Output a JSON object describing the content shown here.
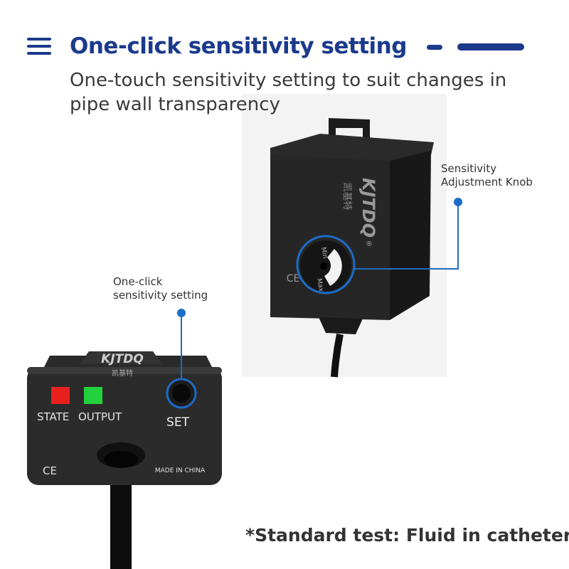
{
  "header": {
    "title": "One-click sensitivity setting",
    "subtitle": "One-touch sensitivity setting to suit changes in pipe wall transparency"
  },
  "sensor_photo": {
    "brand_logo": "KJTDQ",
    "brand_chinese": "凯基特",
    "knob_min_label": "Min",
    "knob_max_label": "Max",
    "registered_mark": "®",
    "ce_mark": "CE"
  },
  "controller_photo": {
    "brand_logo": "KJTDQ",
    "brand_chinese": "凯基特",
    "state_label": "STATE",
    "output_label": "OUTPUT",
    "set_label": "SET",
    "ce_mark": "CE",
    "made_in_label": "MADE IN CHINA",
    "state_led_color": "#e8211e",
    "output_led_color": "#22d13b"
  },
  "callouts": {
    "knob_label_line1": "Sensitivity",
    "knob_label_line2": "Adjustment Knob",
    "set_label_line1": "One-click",
    "set_label_line2": "sensitivity setting"
  },
  "footnote": "*Standard test: Fluid in catheters",
  "colors": {
    "brand_blue": "#1b3a8c",
    "callout_blue": "#1d6cc7"
  }
}
